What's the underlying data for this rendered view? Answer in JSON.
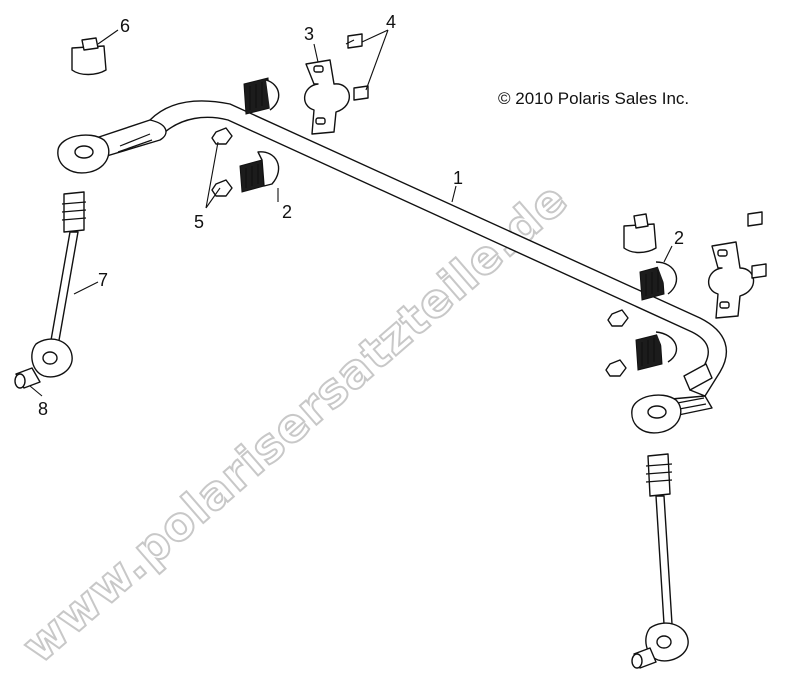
{
  "copyright": "© 2010 Polaris Sales Inc.",
  "watermark": "www.polarisersatzteile.de",
  "callouts": {
    "c1": "1",
    "c2a": "2",
    "c2b": "2",
    "c3": "3",
    "c4": "4",
    "c5": "5",
    "c6": "6",
    "c7": "7",
    "c8": "8"
  }
}
